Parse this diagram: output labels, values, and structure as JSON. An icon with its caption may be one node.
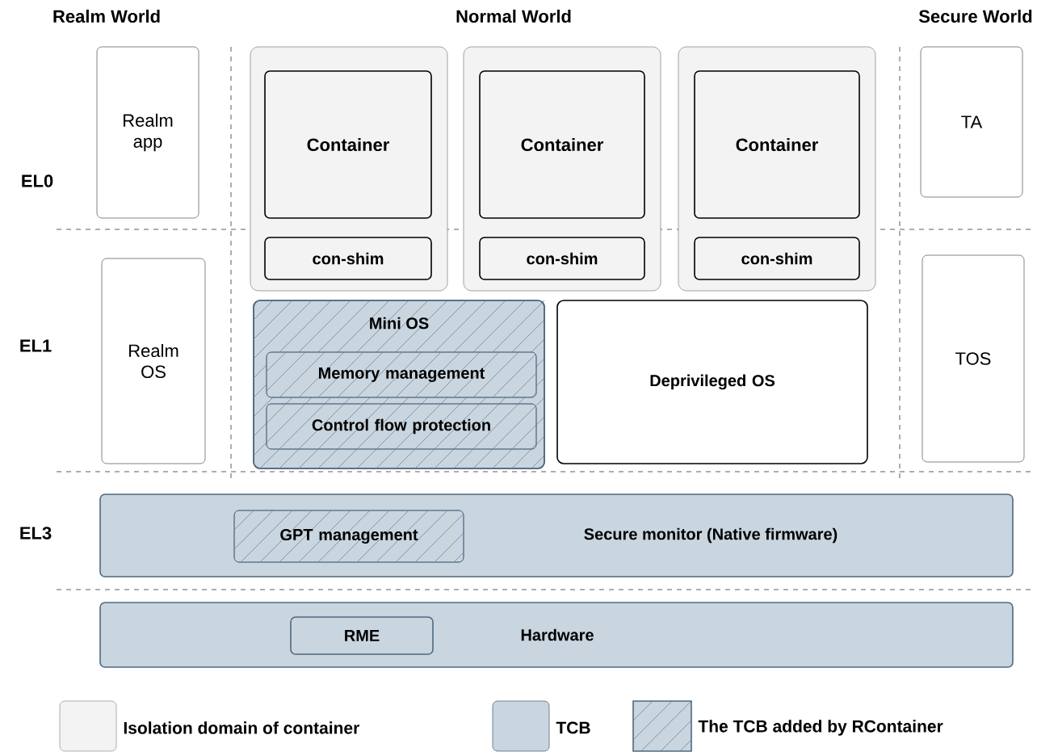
{
  "diagram": {
    "nodes": [
      {
        "text": [
          "Realm app"
        ]
      },
      {
        "text": [
          "Realm OS"
        ]
      },
      {
        "text": [],
        "shape": "box"
      },
      {
        "text": [
          "Container"
        ],
        "in": 2
      },
      {
        "text": [
          "con-shim"
        ],
        "in": 2
      },
      {
        "text": [],
        "shape": "box"
      },
      {
        "text": [
          "Container"
        ],
        "in": 5
      },
      {
        "text": [
          "con-shim"
        ],
        "in": 5
      },
      {
        "text": [],
        "shape": "box"
      },
      {
        "text": [
          "Container"
        ],
        "in": 8
      },
      {
        "text": [
          "con-shim"
        ],
        "in": 8
      },
      {
        "text": [
          "TA"
        ]
      },
      {
        "text": [
          "TOS"
        ]
      },
      {
        "text": [
          "Mini OS"
        ]
      },
      {
        "text": [
          "Memory management"
        ],
        "in": 13
      },
      {
        "text": [
          "Control flow protection"
        ],
        "in": 13
      },
      {
        "text": [
          "Deprivileged OS"
        ]
      },
      {
        "text": [
          "Secure monitor (Native firmware)"
        ]
      },
      {
        "text": [
          "GPT management"
        ],
        "in": 17
      },
      {
        "text": [
          "Hardware"
        ]
      },
      {
        "text": [
          "RME"
        ],
        "in": 19
      }
    ],
    "labels": [
      "Realm World",
      "Normal World",
      "Secure World",
      "EL0",
      "EL1",
      "EL3"
    ],
    "legend": [
      {
        "text": "Isolation domain of container",
        "color": "#f3f3f3"
      },
      {
        "text": "TCB",
        "color": "#c9d5df"
      },
      {
        "text": "The TCB added by RContainer"
      }
    ]
  }
}
